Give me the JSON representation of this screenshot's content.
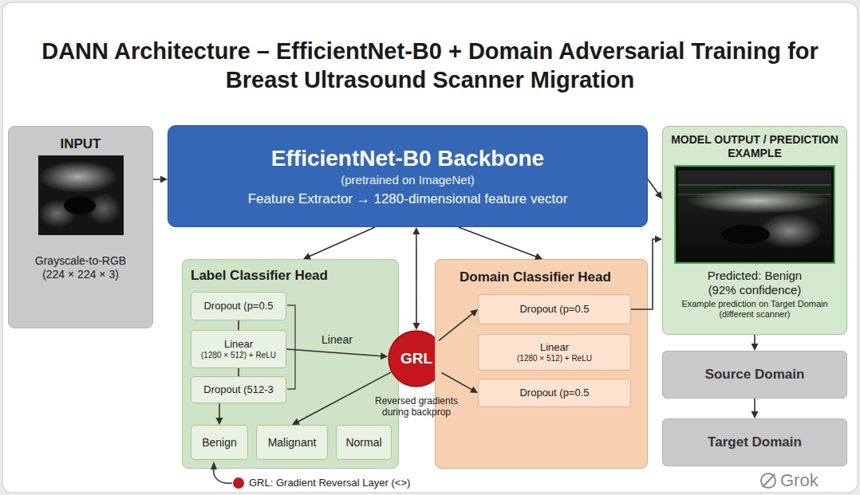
{
  "diagram": {
    "title": "DANN Architecture – EfficientNet-B0 + Domain Adversarial Training for Breast Ultrasound Scanner Migration",
    "nodes": [
      {
        "text": [
          "INPUT",
          "Grayscale-to-RGB (224 × 224 × 3)"
        ]
      },
      {
        "text": [
          "EfficientNet-B0 Backbone",
          "(pretrained on ImageNet)",
          "Feature Extractor → 1280-dimensional feature vector"
        ]
      },
      {
        "text": [
          "MODEL OUTPUT / PREDICTION EXAMPLE",
          "Predicted: Benign (92% confidence)",
          "Example prediction on Target Domain (different scanner)"
        ]
      },
      {
        "text": [
          "Label Classifier Head"
        ]
      },
      {
        "text": [
          "Dropout (p=0.5"
        ],
        "in": 3
      },
      {
        "text": [
          "Linear",
          "(1280 × 512) + ReLU"
        ],
        "in": 3
      },
      {
        "text": [
          "Dropout (512-3"
        ],
        "in": 3
      },
      {
        "text": [
          "Benign"
        ],
        "in": 3
      },
      {
        "text": [
          "Malignant"
        ],
        "in": 3
      },
      {
        "text": [
          "Normal"
        ],
        "in": 3
      },
      {
        "text": [
          "GRL"
        ]
      },
      {
        "text": [
          "Domain Classifier Head"
        ]
      },
      {
        "text": [
          "Dropout (p=0.5"
        ],
        "in": 11
      },
      {
        "text": [
          "Linear",
          "(1280 × 512) + ReLU"
        ],
        "in": 11
      },
      {
        "text": [
          "Dropout (p=0.5"
        ],
        "in": 11
      },
      {
        "text": [
          "Source Domain"
        ]
      },
      {
        "text": [
          "Target Domain"
        ]
      }
    ],
    "edges": [
      {
        "from": 0,
        "to": 1,
        "arrow": "to"
      },
      {
        "from": 1,
        "to": 2,
        "arrow": "to"
      },
      {
        "from": 1,
        "to": 3,
        "arrow": "to"
      },
      {
        "from": 1,
        "to": 10,
        "arrow": "both"
      },
      {
        "from": 1,
        "to": 11,
        "arrow": "to"
      },
      {
        "from": 4,
        "to": 5,
        "arrow": "none"
      },
      {
        "from": 5,
        "to": 6,
        "arrow": "none"
      },
      {
        "from": 6,
        "to": 7,
        "arrow": "to"
      },
      {
        "from": 5,
        "to": 10,
        "label": "Linear",
        "arrow": "to"
      },
      {
        "from": 10,
        "to": 8,
        "arrow": "to"
      },
      {
        "from": 10,
        "to": 12,
        "arrow": "to"
      },
      {
        "from": 10,
        "to": 14,
        "arrow": "to"
      },
      {
        "from": 12,
        "to": 2,
        "arrow": "to"
      },
      {
        "from": 2,
        "to": 15,
        "arrow": "to"
      },
      {
        "from": 15,
        "to": 16,
        "arrow": "to"
      }
    ],
    "labels": [
      "Reversed gradients during backprop",
      "Grok"
    ],
    "legend": [
      {
        "text": "GRL: Gradient Reversal Layer (<>)",
        "color": "#c4161c"
      }
    ]
  }
}
